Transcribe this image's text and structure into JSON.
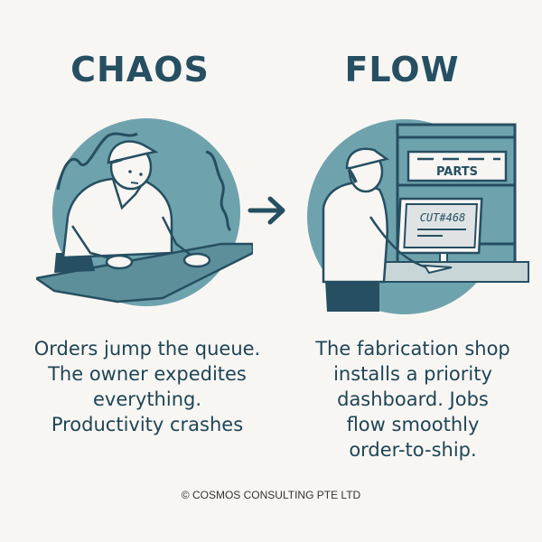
{
  "colors": {
    "background": "#f8f6f3",
    "circle": "#6ea3ad",
    "dark_teal": "#264f62",
    "text": "#1e4556",
    "light": "#f8f6f3"
  },
  "left_panel": {
    "title": "CHAOS",
    "illustration": "stressed-worker-leaning-over-table",
    "description_lines": [
      "Orders jump the queue.",
      "The owner expedites",
      "everything.",
      "Productivity crashes"
    ]
  },
  "transition": {
    "icon": "arrow-right-icon"
  },
  "right_panel": {
    "title": "FLOW",
    "illustration": "worker-using-dashboard-at-parts-shelf",
    "shelf_label": "PARTS",
    "screen_label": "CUT#468",
    "description_lines": [
      "The fabrication shop",
      "installs a priority",
      "dashboard. Jobs",
      "flow smoothly",
      "order-to-ship."
    ]
  },
  "footer": {
    "copyright": "© COSMOS CONSULTING PTE LTD"
  }
}
